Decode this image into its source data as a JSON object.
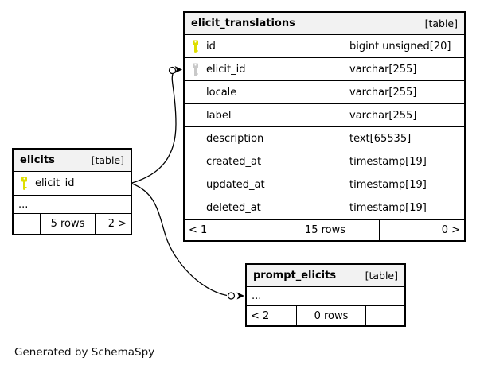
{
  "credit": "Generated by SchemaSpy",
  "colors": {
    "primary_key": "#dede00",
    "foreign_key": "#c9c9c9",
    "header_bg": "#f2f2f2",
    "border": "#000000"
  },
  "tables": {
    "elicit_translations": {
      "name": "elicit_translations",
      "tag": "[table]",
      "columns": [
        {
          "name": "id",
          "type": "bigint unsigned[20]",
          "key": "primary-key"
        },
        {
          "name": "elicit_id",
          "type": "varchar[255]",
          "key": "foreign-key"
        },
        {
          "name": "locale",
          "type": "varchar[255]",
          "key": ""
        },
        {
          "name": "label",
          "type": "varchar[255]",
          "key": ""
        },
        {
          "name": "description",
          "type": "text[65535]",
          "key": ""
        },
        {
          "name": "created_at",
          "type": "timestamp[19]",
          "key": ""
        },
        {
          "name": "updated_at",
          "type": "timestamp[19]",
          "key": ""
        },
        {
          "name": "deleted_at",
          "type": "timestamp[19]",
          "key": ""
        }
      ],
      "footer": {
        "left": "< 1",
        "center": "15 rows",
        "right": "0 >"
      }
    },
    "elicits": {
      "name": "elicits",
      "tag": "[table]",
      "columns": [
        {
          "name": "elicit_id",
          "key": "primary-key"
        }
      ],
      "ellipsis": "...",
      "footer": {
        "left": "",
        "center": "5 rows",
        "right": "2 >"
      }
    },
    "prompt_elicits": {
      "name": "prompt_elicits",
      "tag": "[table]",
      "ellipsis": "...",
      "footer": {
        "left": "< 2",
        "center": "0 rows",
        "right": ""
      }
    }
  }
}
